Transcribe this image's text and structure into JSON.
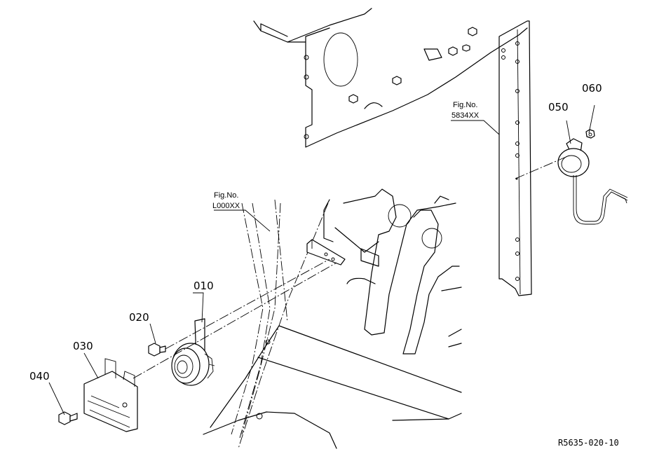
{
  "diagram": {
    "parts": [
      {
        "id": "p010",
        "number": "010"
      },
      {
        "id": "p020",
        "number": "020"
      },
      {
        "id": "p030",
        "number": "030"
      },
      {
        "id": "p040",
        "number": "040"
      },
      {
        "id": "p050",
        "number": "050"
      },
      {
        "id": "p060",
        "number": "060"
      }
    ],
    "figure_refs": [
      {
        "id": "fig_a",
        "label": "Fig.No.",
        "value": "5834XX"
      },
      {
        "id": "fig_b",
        "label": "Fig.No.",
        "value": "L000XX"
      }
    ],
    "drawing_code": "R5635-020-10"
  }
}
